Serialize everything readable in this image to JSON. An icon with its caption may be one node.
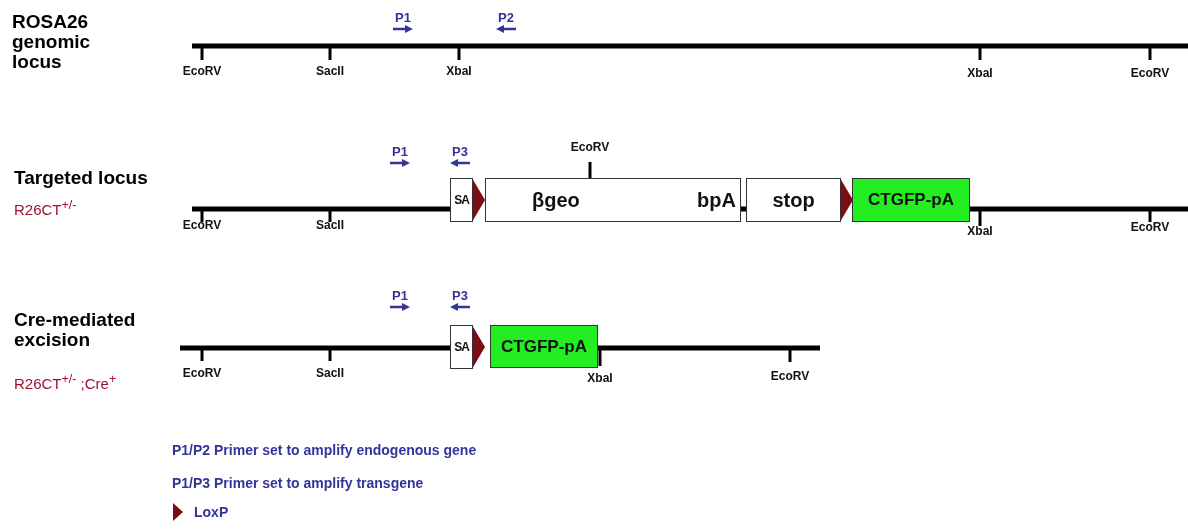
{
  "diagram": {
    "nodes": [
      {
        "text": [
          "SA"
        ]
      },
      {
        "text": [
          "βgeo",
          "bpA"
        ],
        "beside": [
          "EcoRV"
        ]
      },
      {
        "text": [
          "stop"
        ]
      },
      {
        "text": [
          "CTGFP-pA"
        ]
      },
      {
        "text": [
          "SA"
        ]
      },
      {
        "text": [
          "CTGFP-pA"
        ]
      }
    ],
    "labels": [
      "ROSA26 genomic locus",
      "P1",
      "P2",
      "EcoRV",
      "SacII",
      "XbaI",
      "XbaI",
      "EcoRV",
      "Targeted locus",
      "R26CT$^{+/-}$",
      "P1",
      "P3",
      "EcoRV",
      "SacII",
      "XbaI",
      "EcoRV",
      "Cre-mediated excision",
      "R26CT$^{+/-}$ ;Cre$^{+}$",
      "P1",
      "P3",
      "EcoRV",
      "SacII",
      "XbaI",
      "EcoRV",
      "P1/P2 Primer set to amplify endogenous gene",
      "P1/P3 Primer set to amplify transgene"
    ],
    "legend": [
      {
        "text": "LoxP"
      }
    ]
  }
}
